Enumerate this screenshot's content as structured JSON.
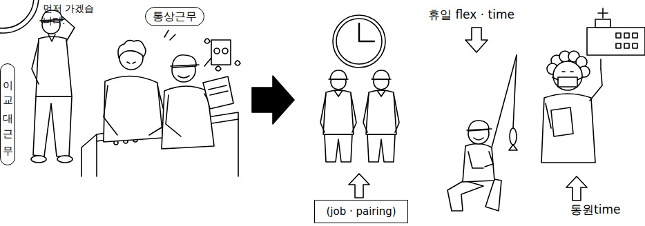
{
  "diagram": {
    "nodes": [
      {
        "text": [
          "통상근무"
        ]
      },
      {
        "text": [
          "이교대근무"
        ]
      },
      {
        "text": [
          "(job · pairing)"
        ]
      }
    ],
    "labels": [
      "먼저 가겠습니다.",
      "휴일 flex · time",
      "통원time"
    ]
  }
}
